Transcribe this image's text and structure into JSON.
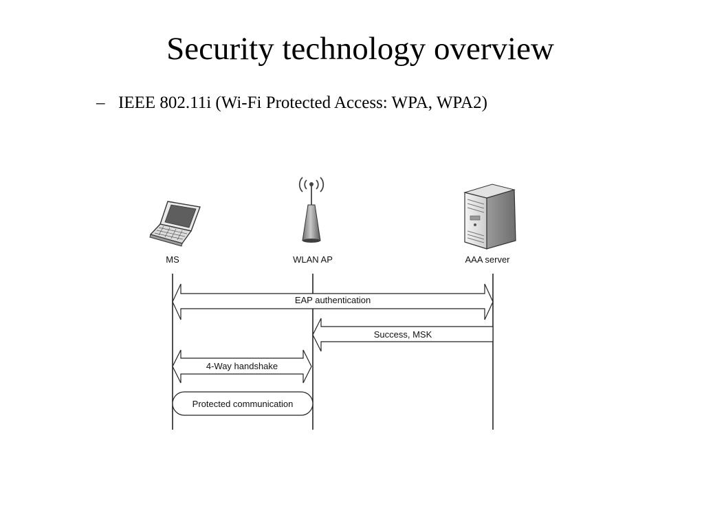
{
  "slide": {
    "title": "Security technology overview",
    "bullet": {
      "marker": "–",
      "text": "IEEE 802.11i (Wi-Fi Protected Access: WPA, WPA2)"
    }
  },
  "diagram": {
    "entities": [
      {
        "label": "MS",
        "icon": "laptop-icon"
      },
      {
        "label": "WLAN AP",
        "icon": "access-point-icon"
      },
      {
        "label": "AAA server",
        "icon": "server-tower-icon"
      }
    ],
    "messages": [
      {
        "label": "EAP authentication",
        "from": "MS",
        "to": "AAA server",
        "direction": "bidirectional"
      },
      {
        "label": "Success, MSK",
        "from": "AAA server",
        "to": "WLAN AP",
        "direction": "left"
      },
      {
        "label": "4-Way handshake",
        "from": "MS",
        "to": "WLAN AP",
        "direction": "bidirectional"
      },
      {
        "label": "Protected communication",
        "from": "MS",
        "to": "WLAN AP",
        "direction": "none"
      }
    ]
  }
}
